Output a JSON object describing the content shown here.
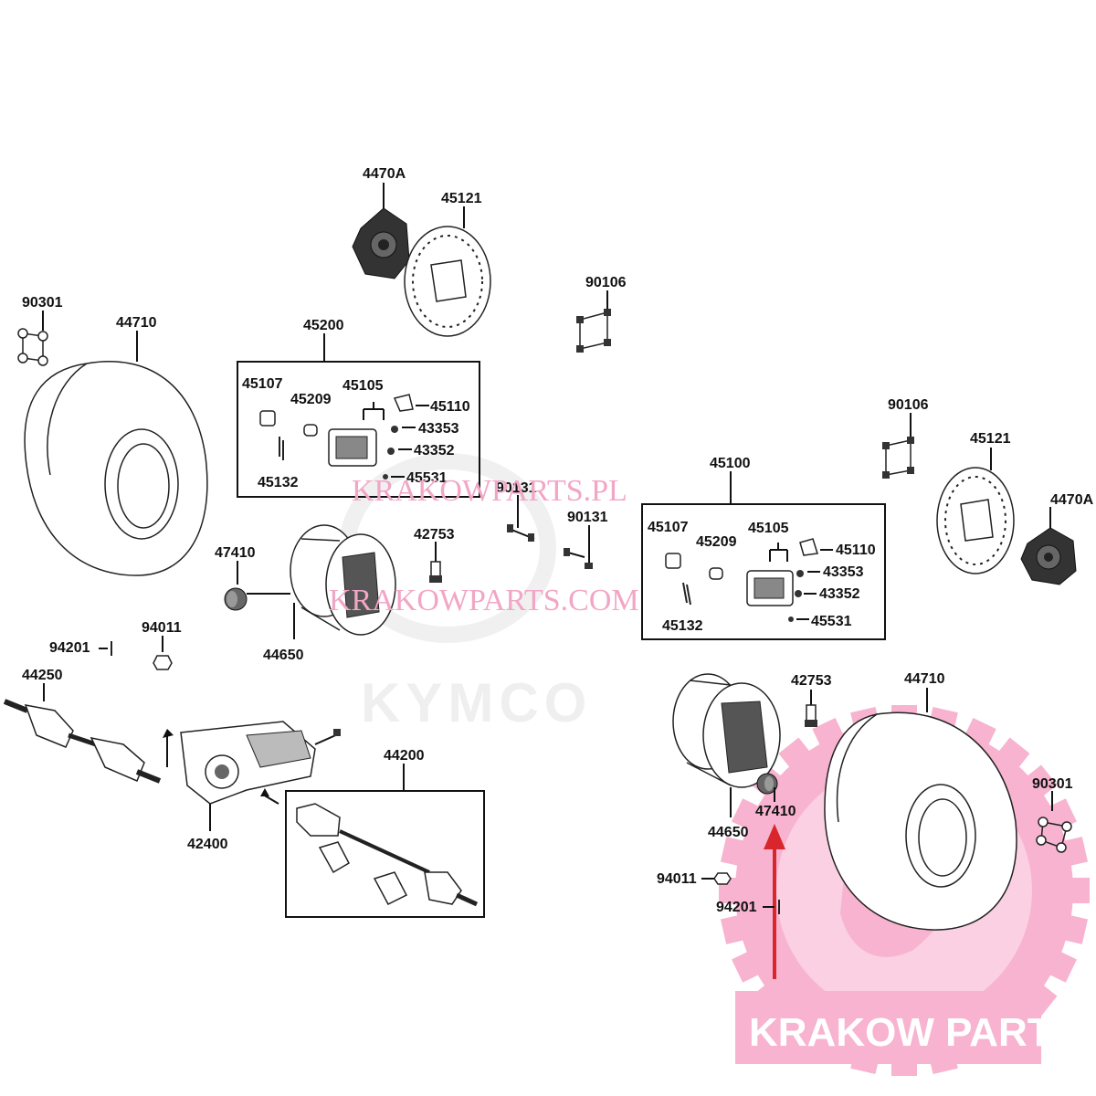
{
  "watermarks": {
    "url_pl": "KRAKOWPARTS.PL",
    "url_com": "KRAKOWPARTS.COM",
    "brand_logo_text": "KYMCO",
    "badge_text": "KRAKOW PARTS"
  },
  "colors": {
    "watermark_pink": "#f2a6c6",
    "badge_pink": "#f7b3cf",
    "arrow_red": "#d9262c",
    "line": "#111111"
  },
  "labels": {
    "l4470A_top": "4470A",
    "l45121_top": "45121",
    "l90106_top": "90106",
    "l90301_left": "90301",
    "l44710_left": "44710",
    "l45200": "45200",
    "l45107_a": "45107",
    "l45209_a": "45209",
    "l45105_a": "45105",
    "l45110_a": "45110",
    "l43353_a": "43353",
    "l43352_a": "43352",
    "l45531_a": "45531",
    "l45132_a": "45132",
    "l90131_a": "90131",
    "l90131_b": "90131",
    "l42753_top": "42753",
    "l47410_left": "47410",
    "l44650_left": "44650",
    "l94201_left": "94201",
    "l94011_left": "94011",
    "l44250": "44250",
    "l42400": "42400",
    "l44200": "44200",
    "l90106_right": "90106",
    "l45121_right": "45121",
    "l4470A_right": "4470A",
    "l45100": "45100",
    "l45107_b": "45107",
    "l45209_b": "45209",
    "l45105_b": "45105",
    "l45110_b": "45110",
    "l43353_b": "43353",
    "l43352_b": "43352",
    "l45531_b": "45531",
    "l45132_b": "45132",
    "l42753_right": "42753",
    "l44710_right": "44710",
    "l90301_right": "90301",
    "l47410_right": "47410",
    "l44650_right": "44650",
    "l94011_right": "94011",
    "l94201_right": "94201"
  }
}
